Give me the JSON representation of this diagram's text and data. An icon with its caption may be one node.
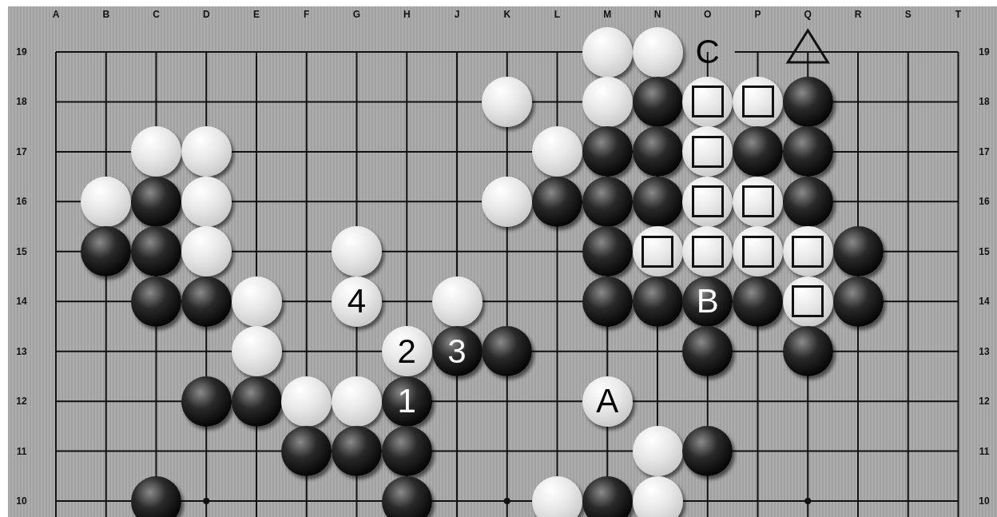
{
  "diagram": {
    "nodes": [
      {
        "text": [],
        "shape": "circle"
      },
      {
        "text": [],
        "shape": "circle"
      },
      {
        "text": [],
        "shape": "circle"
      },
      {
        "text": [],
        "shape": "circle"
      },
      {
        "text": [],
        "shape": "circle"
      },
      {
        "text": [],
        "shape": "circle"
      },
      {
        "text": [],
        "shape": "circle"
      },
      {
        "text": [],
        "shape": "circle"
      },
      {
        "text": [],
        "shape": "circle"
      },
      {
        "text": [],
        "shape": "circle"
      },
      {
        "text": [],
        "shape": "circle"
      },
      {
        "text": [],
        "shape": "circle"
      },
      {
        "text": [],
        "shape": "circle"
      },
      {
        "text": [],
        "shape": "circle"
      },
      {
        "text": [],
        "shape": "circle"
      },
      {
        "text": [],
        "shape": "circle"
      },
      {
        "text": [],
        "shape": "circle"
      },
      {
        "text": [],
        "shape": "circle"
      },
      {
        "text": [],
        "shape": "circle"
      },
      {
        "text": [],
        "shape": "circle"
      },
      {
        "text": [],
        "shape": "circle"
      },
      {
        "text": [],
        "shape": "circle"
      },
      {
        "text": [],
        "shape": "circle"
      },
      {
        "text": [],
        "shape": "circle"
      },
      {
        "text": [],
        "shape": "circle"
      },
      {
        "text": [],
        "shape": "circle"
      },
      {
        "text": [],
        "shape": "circle"
      },
      {
        "text": [],
        "shape": "circle"
      },
      {
        "text": [],
        "shape": "circle"
      },
      {
        "text": [],
        "shape": "circle"
      },
      {
        "text": [],
        "shape": "circle"
      },
      {
        "text": [],
        "shape": "circle"
      },
      {
        "text": [],
        "shape": "circle"
      },
      {
        "text": [],
        "shape": "circle"
      },
      {
        "text": [],
        "shape": "circle"
      },
      {
        "text": [],
        "shape": "circle"
      },
      {
        "text": [],
        "shape": "circle"
      },
      {
        "text": [],
        "shape": "circle"
      },
      {
        "text": [],
        "shape": "circle"
      },
      {
        "text": [
          "4"
        ]
      },
      {
        "text": [],
        "shape": "circle"
      },
      {
        "text": [],
        "shape": "circle"
      },
      {
        "text": [],
        "shape": "circle"
      },
      {
        "text": [
          "B"
        ]
      },
      {
        "text": [],
        "shape": "circle"
      },
      {
        "text": [],
        "shape": "circle"
      },
      {
        "text": [],
        "shape": "circle"
      },
      {
        "text": [],
        "shape": "circle"
      },
      {
        "text": [
          "2"
        ]
      },
      {
        "text": [
          "3"
        ]
      },
      {
        "text": [],
        "shape": "circle"
      },
      {
        "text": [],
        "shape": "circle"
      },
      {
        "text": [],
        "shape": "circle"
      },
      {
        "text": [],
        "shape": "circle"
      },
      {
        "text": [],
        "shape": "circle"
      },
      {
        "text": [],
        "shape": "circle"
      },
      {
        "text": [],
        "shape": "circle"
      },
      {
        "text": [
          "1"
        ]
      },
      {
        "text": [
          "A"
        ]
      },
      {
        "text": [],
        "shape": "circle"
      },
      {
        "text": [],
        "shape": "circle"
      },
      {
        "text": [],
        "shape": "circle"
      },
      {
        "text": [],
        "shape": "circle"
      },
      {
        "text": [],
        "shape": "circle"
      },
      {
        "text": [],
        "shape": "circle"
      },
      {
        "text": [],
        "shape": "circle"
      },
      {
        "text": [],
        "shape": "circle"
      },
      {
        "text": [],
        "shape": "circle"
      },
      {
        "text": [],
        "shape": "circle"
      }
    ],
    "labels": [
      "A",
      "B",
      "C",
      "D",
      "E",
      "F",
      "G",
      "H",
      "J",
      "K",
      "L",
      "M",
      "N",
      "O",
      "P",
      "Q",
      "R",
      "S",
      "T",
      "19",
      "C",
      "19",
      "18",
      "18",
      "17",
      "17",
      "16",
      "16",
      "15",
      "15",
      "14",
      "14",
      "13",
      "13",
      "12",
      "12",
      "11",
      "11",
      "10",
      "10"
    ]
  }
}
